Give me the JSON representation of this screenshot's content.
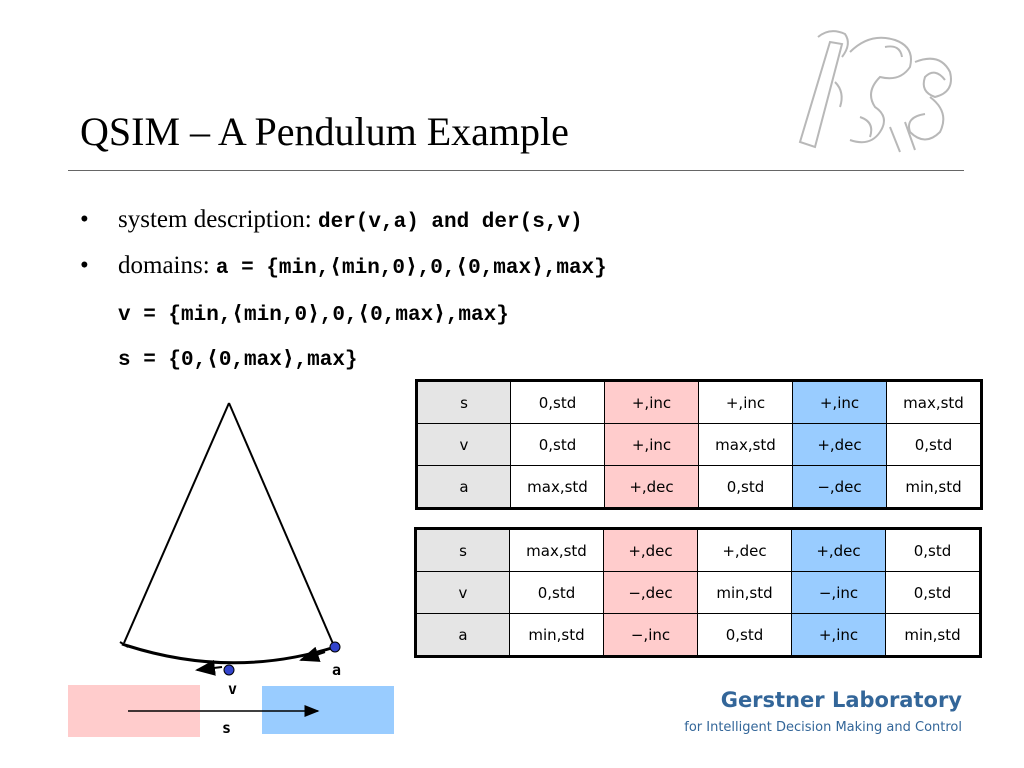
{
  "title": "QSIM – A Pendulum Example",
  "bullets": [
    {
      "label": "system description:",
      "code": "der(v,a) and der(s,v)"
    },
    {
      "label": "domains:",
      "code": "a = {min,⟨min,0⟩,0,⟨0,max⟩,max}"
    }
  ],
  "domain_lines": [
    "v = {min,⟨min,0⟩,0,⟨0,max⟩,max}",
    "s = {0,⟨0,max⟩,max}"
  ],
  "table1": {
    "rows": [
      {
        "label": "s",
        "cells": [
          "0,std",
          "+,inc",
          "+,inc",
          "+,inc",
          "max,std"
        ]
      },
      {
        "label": "v",
        "cells": [
          "0,std",
          "+,inc",
          "max,std",
          "+,dec",
          "0,std"
        ]
      },
      {
        "label": "a",
        "cells": [
          "max,std",
          "+,dec",
          "0,std",
          "−,dec",
          "min,std"
        ]
      }
    ]
  },
  "table2": {
    "rows": [
      {
        "label": "s",
        "cells": [
          "max,std",
          "+,dec",
          "+,dec",
          "+,dec",
          "0,std"
        ]
      },
      {
        "label": "v",
        "cells": [
          "0,std",
          "−,dec",
          "min,std",
          "−,inc",
          "0,std"
        ]
      },
      {
        "label": "a",
        "cells": [
          "min,std",
          "−,inc",
          "0,std",
          "+,inc",
          "min,std"
        ]
      }
    ]
  },
  "colors": {
    "pink": "#ffcccc",
    "blue": "#99ccff",
    "header": "#e5e5e5",
    "footer": "#336699",
    "dot": "#3344cc"
  },
  "figure": {
    "label_a": "a",
    "label_v": "v",
    "label_s": "s"
  },
  "footer": {
    "lab": "Gerstner Laboratory",
    "tagline": "for Intelligent Decision Making and Control"
  }
}
